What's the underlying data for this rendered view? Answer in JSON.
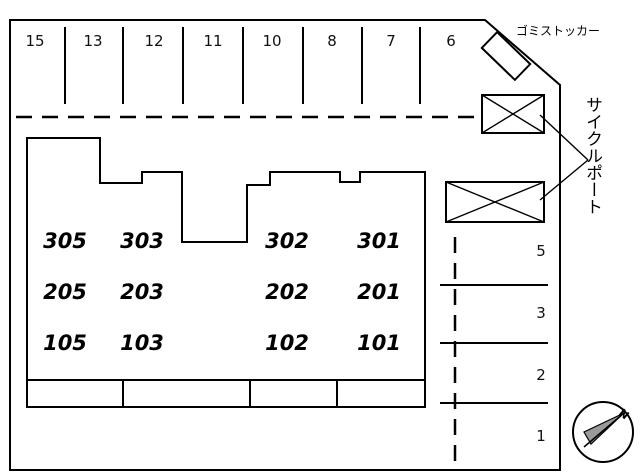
{
  "top_parking": {
    "stalls": [
      "15",
      "13",
      "12",
      "11",
      "10",
      "8",
      "7",
      "6"
    ]
  },
  "right_parking": {
    "stalls": [
      "5",
      "3",
      "2",
      "1"
    ]
  },
  "building": {
    "rows": [
      [
        "305",
        "303",
        "302",
        "301"
      ],
      [
        "205",
        "203",
        "202",
        "201"
      ],
      [
        "105",
        "103",
        "102",
        "101"
      ]
    ]
  },
  "facilities": {
    "garbage_stocker": "ゴミストッカー",
    "cycle_port": "サイクルポート"
  },
  "compass": {
    "north_symbol": "N"
  }
}
